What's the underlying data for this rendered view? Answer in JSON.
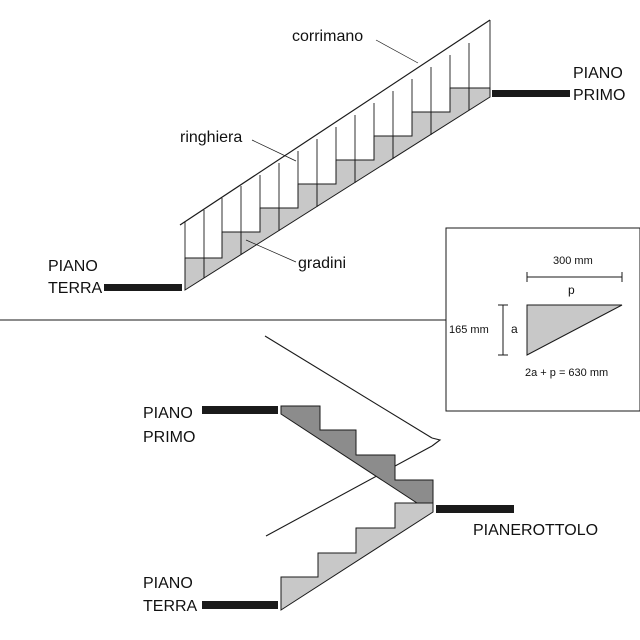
{
  "top": {
    "handrail_label": "corrimano",
    "railing_label": "ringhiera",
    "steps_label": "gradini",
    "first_floor": [
      "PIANO",
      "PRIMO"
    ],
    "ground_floor": [
      "PIANO",
      "TERRA"
    ]
  },
  "inset": {
    "tread_value": "300 mm",
    "tread_symbol": "p",
    "riser_value": "165 mm",
    "riser_symbol": "a",
    "formula": "2a + p = 630 mm"
  },
  "bottom": {
    "first_floor": [
      "PIANO",
      "PRIMO"
    ],
    "landing_label": "PIANEROTTOLO",
    "ground_floor": [
      "PIANO",
      "TERRA"
    ]
  },
  "colors": {
    "line": "#1a1a1a",
    "step_light": "#c8c8c8",
    "step_dark": "#8c8c8c",
    "floor_bar": "#1a1a1a"
  }
}
